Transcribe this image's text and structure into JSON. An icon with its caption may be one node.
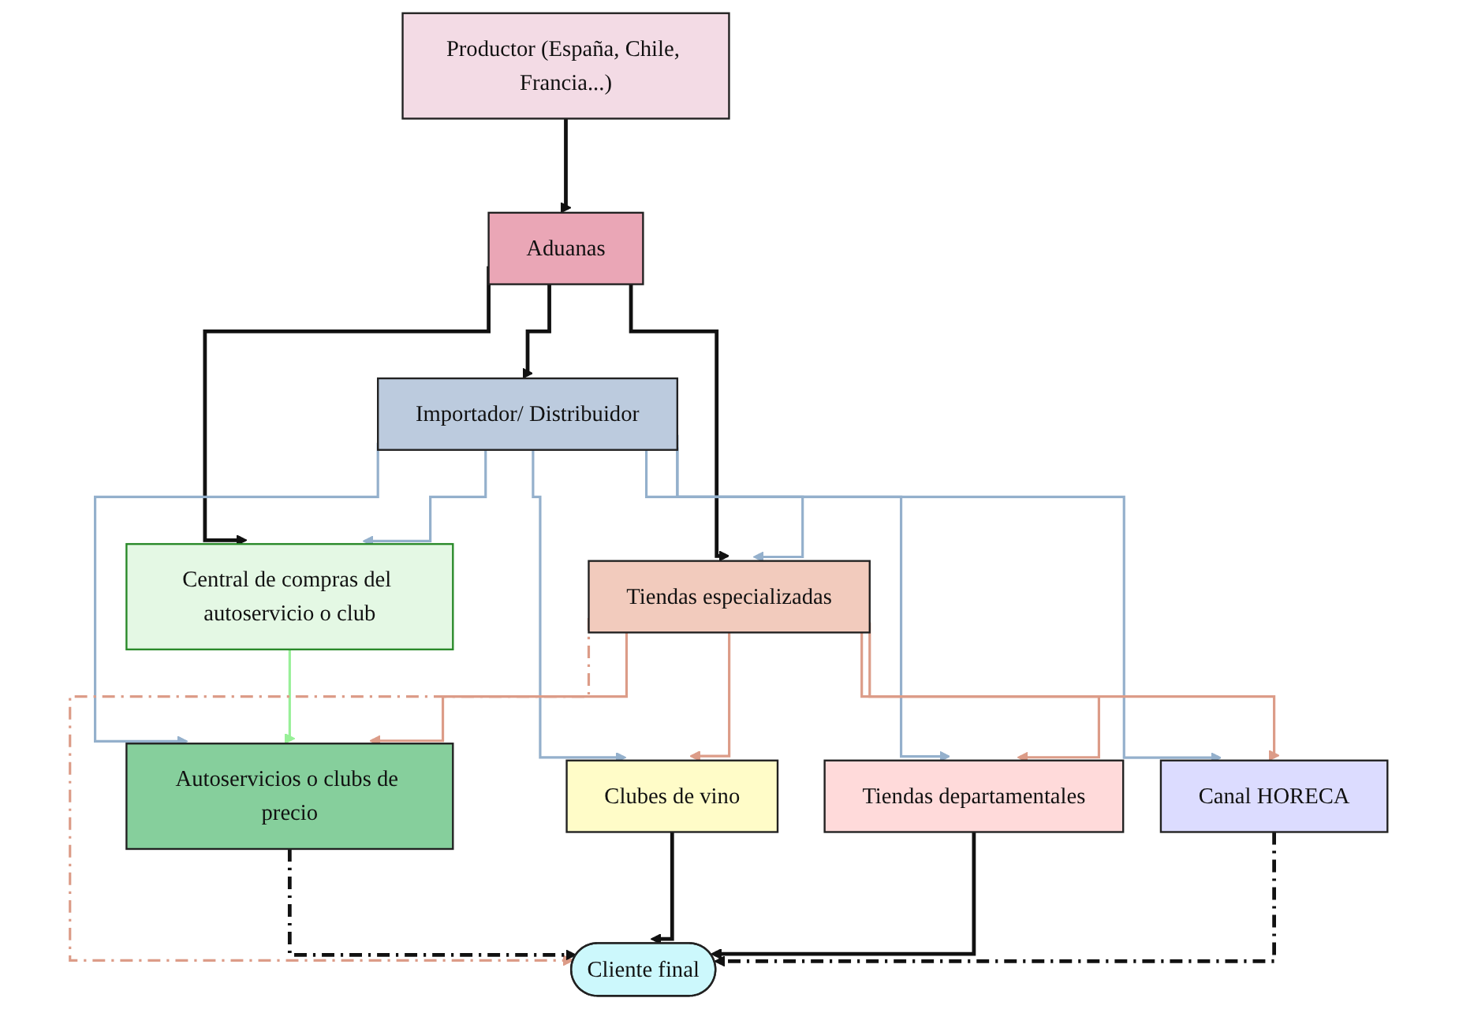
{
  "diagram": {
    "nodes": [
      {
        "text": [
          "Productor (España, Chile, Francia...)"
        ]
      },
      {
        "text": [
          "Aduanas"
        ]
      },
      {
        "text": [
          "Importador/ Distribuidor"
        ]
      },
      {
        "text": [
          "Central de compras del autoservicio o club"
        ]
      },
      {
        "text": [
          "Tiendas especializadas"
        ]
      },
      {
        "text": [
          "Autoservicios o clubs de precio"
        ]
      },
      {
        "text": [
          "Clubes de vino"
        ]
      },
      {
        "text": [
          "Tiendas departamentales"
        ]
      },
      {
        "text": [
          "Canal HORECA"
        ]
      },
      {
        "text": [
          "Cliente final"
        ]
      }
    ],
    "edges": [
      {
        "from": 0,
        "to": 1,
        "arrow": "to"
      },
      {
        "from": 1,
        "to": 2,
        "arrow": "to"
      },
      {
        "from": 1,
        "to": 3,
        "arrow": "to"
      },
      {
        "from": 1,
        "to": 4,
        "arrow": "to"
      },
      {
        "from": 2,
        "to": 3,
        "arrow": "to",
        "color": "#94b0cc"
      },
      {
        "from": 2,
        "to": 5,
        "arrow": "to",
        "color": "#94b0cc"
      },
      {
        "from": 2,
        "to": 6,
        "arrow": "to",
        "color": "#94b0cc"
      },
      {
        "from": 2,
        "to": 7,
        "arrow": "to",
        "color": "#94b0cc"
      },
      {
        "from": 2,
        "to": 8,
        "arrow": "to",
        "color": "#94b0cc"
      },
      {
        "from": 2,
        "to": 4,
        "arrow": "to",
        "color": "#94b0cc"
      },
      {
        "from": 3,
        "to": 5,
        "arrow": "to",
        "color": "#98f098"
      },
      {
        "from": 4,
        "to": 5,
        "arrow": "to",
        "color": "#dc9c88"
      },
      {
        "from": 4,
        "to": 6,
        "arrow": "to",
        "color": "#dc9c88"
      },
      {
        "from": 4,
        "to": 7,
        "arrow": "to",
        "color": "#dc9c88"
      },
      {
        "from": 4,
        "to": 8,
        "arrow": "to",
        "color": "#dc9c88"
      },
      {
        "from": 4,
        "to": 9,
        "arrow": "to",
        "style": "dashed",
        "color": "#dc9c88"
      },
      {
        "from": 5,
        "to": 9,
        "arrow": "to",
        "style": "dashed"
      },
      {
        "from": 6,
        "to": 9,
        "arrow": "to"
      },
      {
        "from": 7,
        "to": 9,
        "arrow": "to"
      },
      {
        "from": 8,
        "to": 9,
        "arrow": "to",
        "style": "dashed"
      }
    ]
  }
}
